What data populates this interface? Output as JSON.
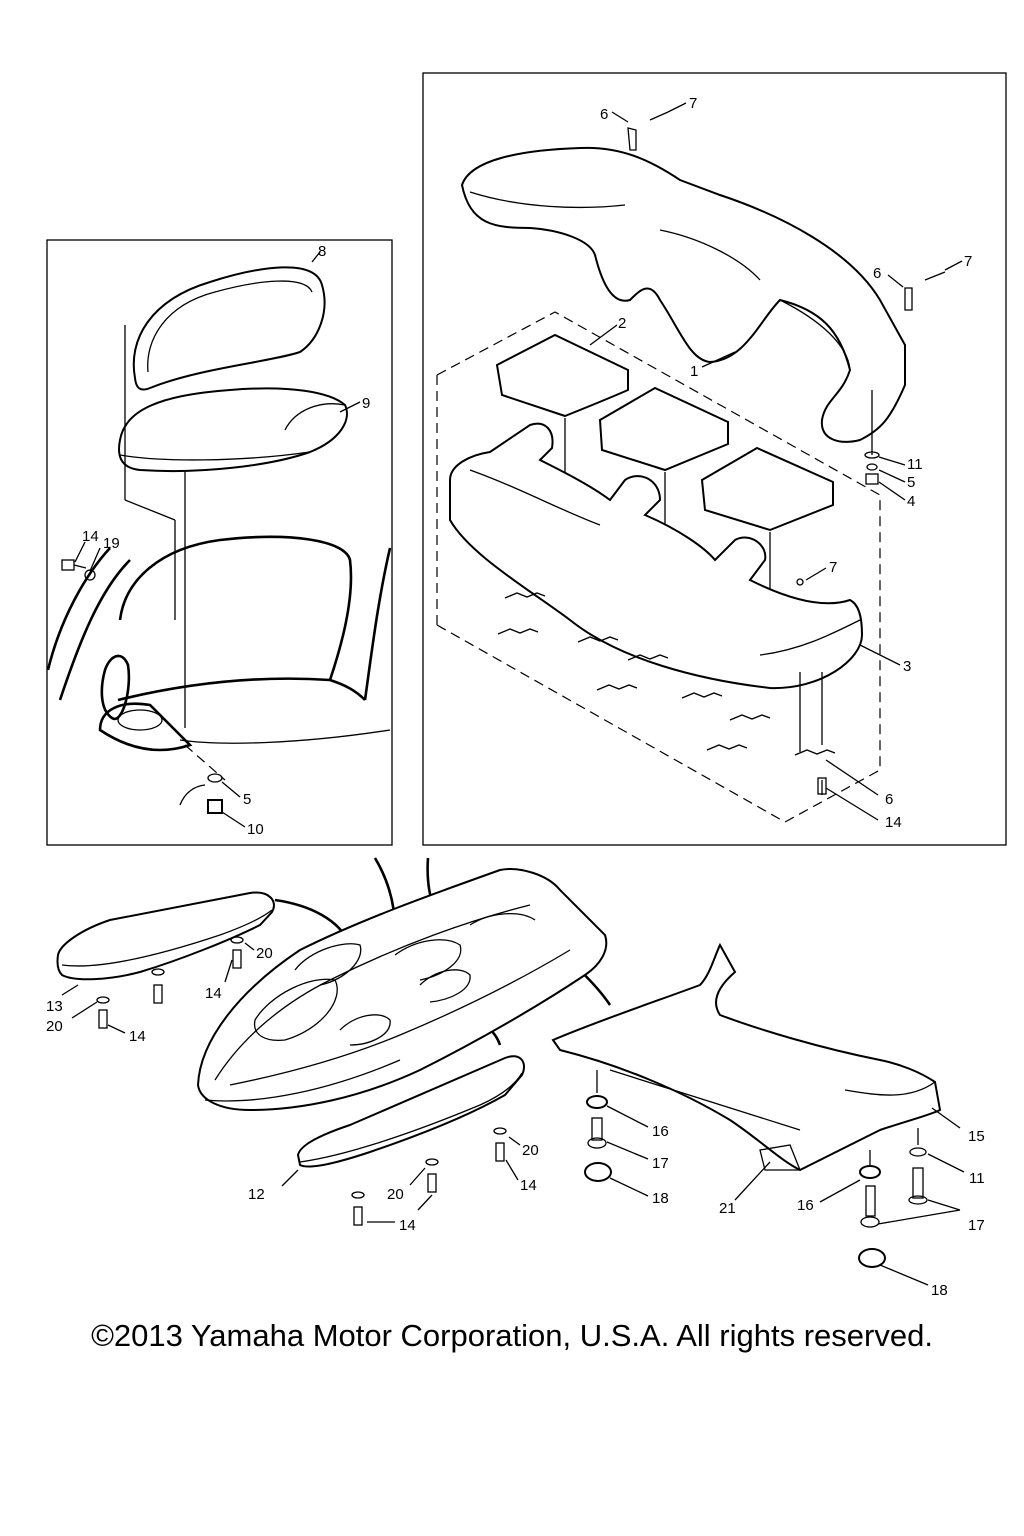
{
  "callouts": {
    "c1": "1",
    "c2": "2",
    "c3": "3",
    "c4": "4",
    "c5": "5",
    "c6": "6",
    "c7": "7",
    "c8": "8",
    "c9": "9",
    "c10": "10",
    "c11": "11",
    "c12": "12",
    "c13": "13",
    "c14": "14",
    "c15": "15",
    "c16": "16",
    "c17": "17",
    "c18": "18",
    "c19": "19",
    "c20": "20",
    "c21": "21"
  },
  "copyright": "©2013 Yamaha Motor Corporation, U.S.A. All rights reserved."
}
